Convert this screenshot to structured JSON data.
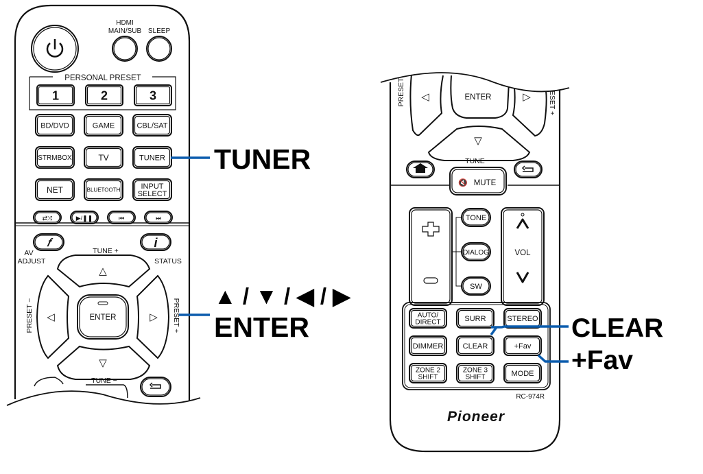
{
  "figure": {
    "type": "remote-control-diagram",
    "accent_color": "#0b5cad"
  },
  "left_remote": {
    "top_labels": {
      "hdmi": "HDMI",
      "main_sub": "MAIN/SUB",
      "sleep": "SLEEP"
    },
    "power_icon": "power-icon",
    "personal_preset": {
      "label": "PERSONAL PRESET",
      "buttons": [
        "1",
        "2",
        "3"
      ]
    },
    "input_buttons": [
      [
        "BD/DVD",
        "GAME",
        "CBL/SAT"
      ],
      [
        "STRMBOX",
        "TV",
        "TUNER"
      ],
      [
        "NET",
        "BLUETOOTH",
        "INPUT"
      ]
    ],
    "input_select_line2": "SELECT",
    "transport_icons": [
      "repeat-shuffle-icon",
      "play-pause-icon",
      "previous-icon",
      "next-icon"
    ],
    "av_adjust": {
      "line1": "AV",
      "line2": "ADJUST"
    },
    "status": "STATUS",
    "info_glyph": "i",
    "tune_plus": "TUNE +",
    "tune_minus": "TUNE −",
    "preset_minus": "PRESET −",
    "preset_plus": "PRESET +",
    "enter": "ENTER",
    "arrows": {
      "up": "△",
      "down": "▽",
      "left": "◁",
      "right": "▷"
    }
  },
  "right_remote": {
    "preset_minus": "PRESET −",
    "preset_plus": "ESET +",
    "enter": "ENTER",
    "arrows": {
      "down": "▽",
      "left": "◁",
      "right": "▷"
    },
    "tune_minus": "TUNE −",
    "mute": "MUTE",
    "tone": "TONE",
    "dialog": "DIALOG",
    "sw": "SW",
    "vol": "VOL",
    "mode_buttons": [
      [
        "AUTO/",
        "SURR",
        "STEREO"
      ],
      [
        "DIMMER",
        "CLEAR",
        "+Fav"
      ],
      [
        "ZONE 2",
        "ZONE 3",
        "MODE"
      ]
    ],
    "mode_second_lines": {
      "auto": "DIRECT",
      "zone2": "SHIFT",
      "zone3": "SHIFT"
    },
    "model": "RC-974R",
    "brand": "Pioneer"
  },
  "callouts": {
    "tuner": "TUNER",
    "arrows": "▲ / ▼ / ◀ / ▶",
    "enter": "ENTER",
    "clear": "CLEAR",
    "fav": "+Fav"
  }
}
